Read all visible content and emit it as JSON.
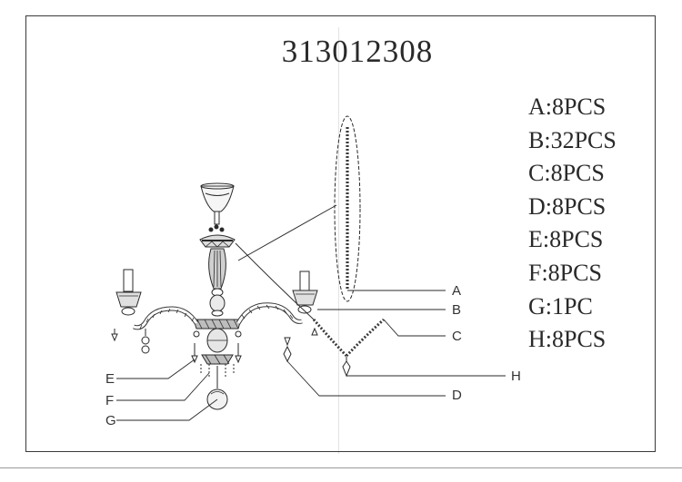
{
  "title": "313012308",
  "parts": [
    {
      "letter": "A",
      "label": "A:8PCS"
    },
    {
      "letter": "B",
      "label": "B:32PCS"
    },
    {
      "letter": "C",
      "label": "C:8PCS"
    },
    {
      "letter": "D",
      "label": "D:8PCS"
    },
    {
      "letter": "E",
      "label": "E:8PCS"
    },
    {
      "letter": "F",
      "label": "F:8PCS"
    },
    {
      "letter": "G",
      "label": "G:1PC"
    },
    {
      "letter": "H",
      "label": "H:8PCS"
    }
  ],
  "callouts": {
    "a": "A",
    "b": "B",
    "c": "C",
    "d": "D",
    "e": "E",
    "f": "F",
    "g": "G",
    "h": "H"
  },
  "colors": {
    "ink": "#2a2a2a",
    "frame": "#3a3a3a"
  }
}
